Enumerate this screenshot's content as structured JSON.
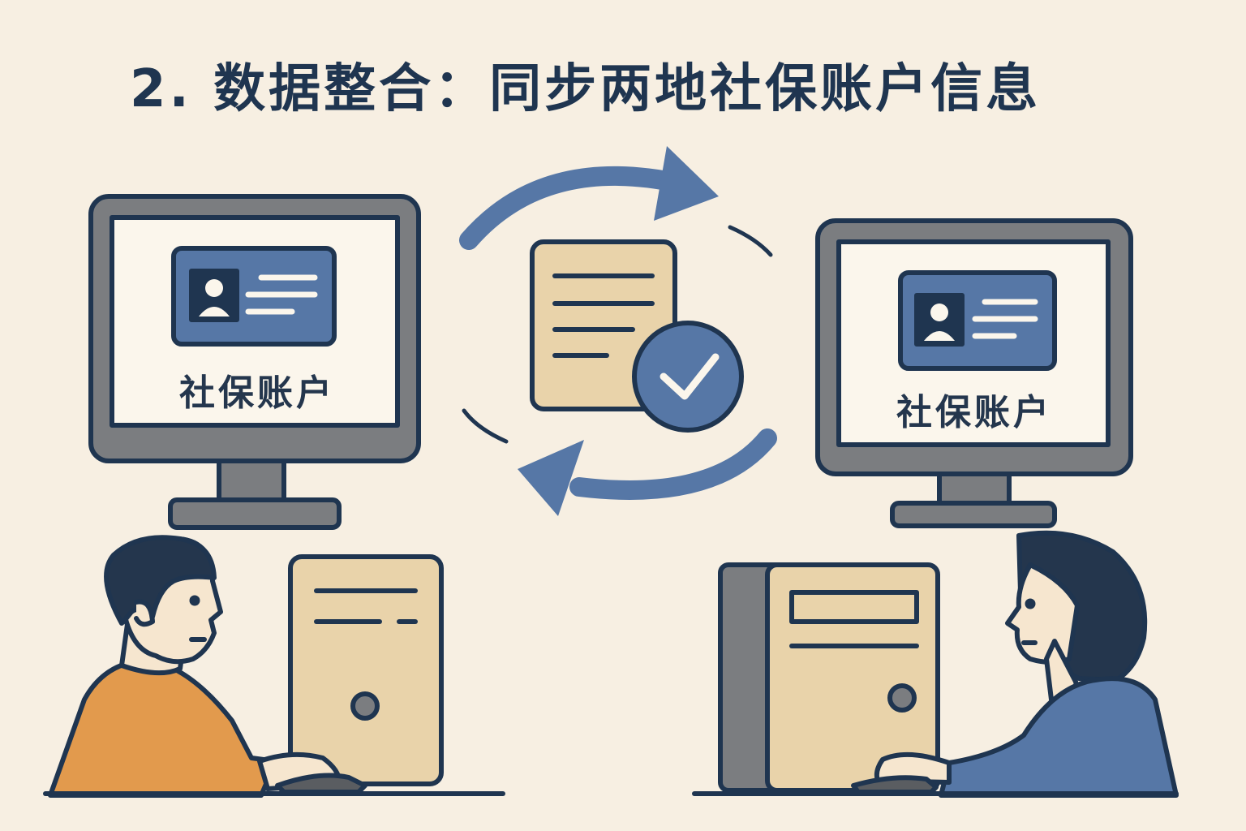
{
  "title": "2. 数据整合：同步两地社保账户信息",
  "left_station": {
    "screen_label": "社保账户"
  },
  "right_station": {
    "screen_label": "社保账户"
  },
  "sync_icon": {
    "status": "checked"
  },
  "colors": {
    "background": "#f7efe2",
    "outline": "#1f3550",
    "blue": "#5677a6",
    "tan": "#e9d3aa",
    "gray": "#7b7d80",
    "orange": "#e29a4d",
    "skin": "#f6e6cf"
  }
}
